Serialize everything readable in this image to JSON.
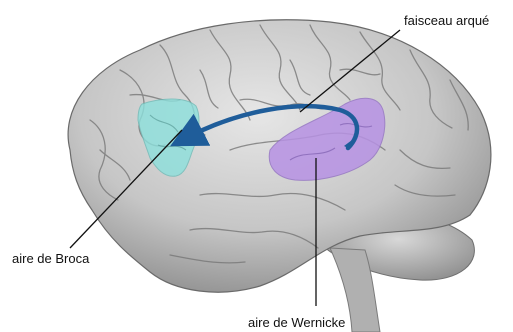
{
  "labels": {
    "arcuate_fasciculus": "faisceau arqué",
    "broca_area": "aire de Broca",
    "wernicke_area": "aire de Wernicke"
  },
  "colors": {
    "broca_region": "#8ce0dc",
    "wernicke_region": "#b792e4",
    "arrow": "#1f5d9a",
    "brain_base": "#c9c9c9",
    "leader_line": "#111111"
  }
}
